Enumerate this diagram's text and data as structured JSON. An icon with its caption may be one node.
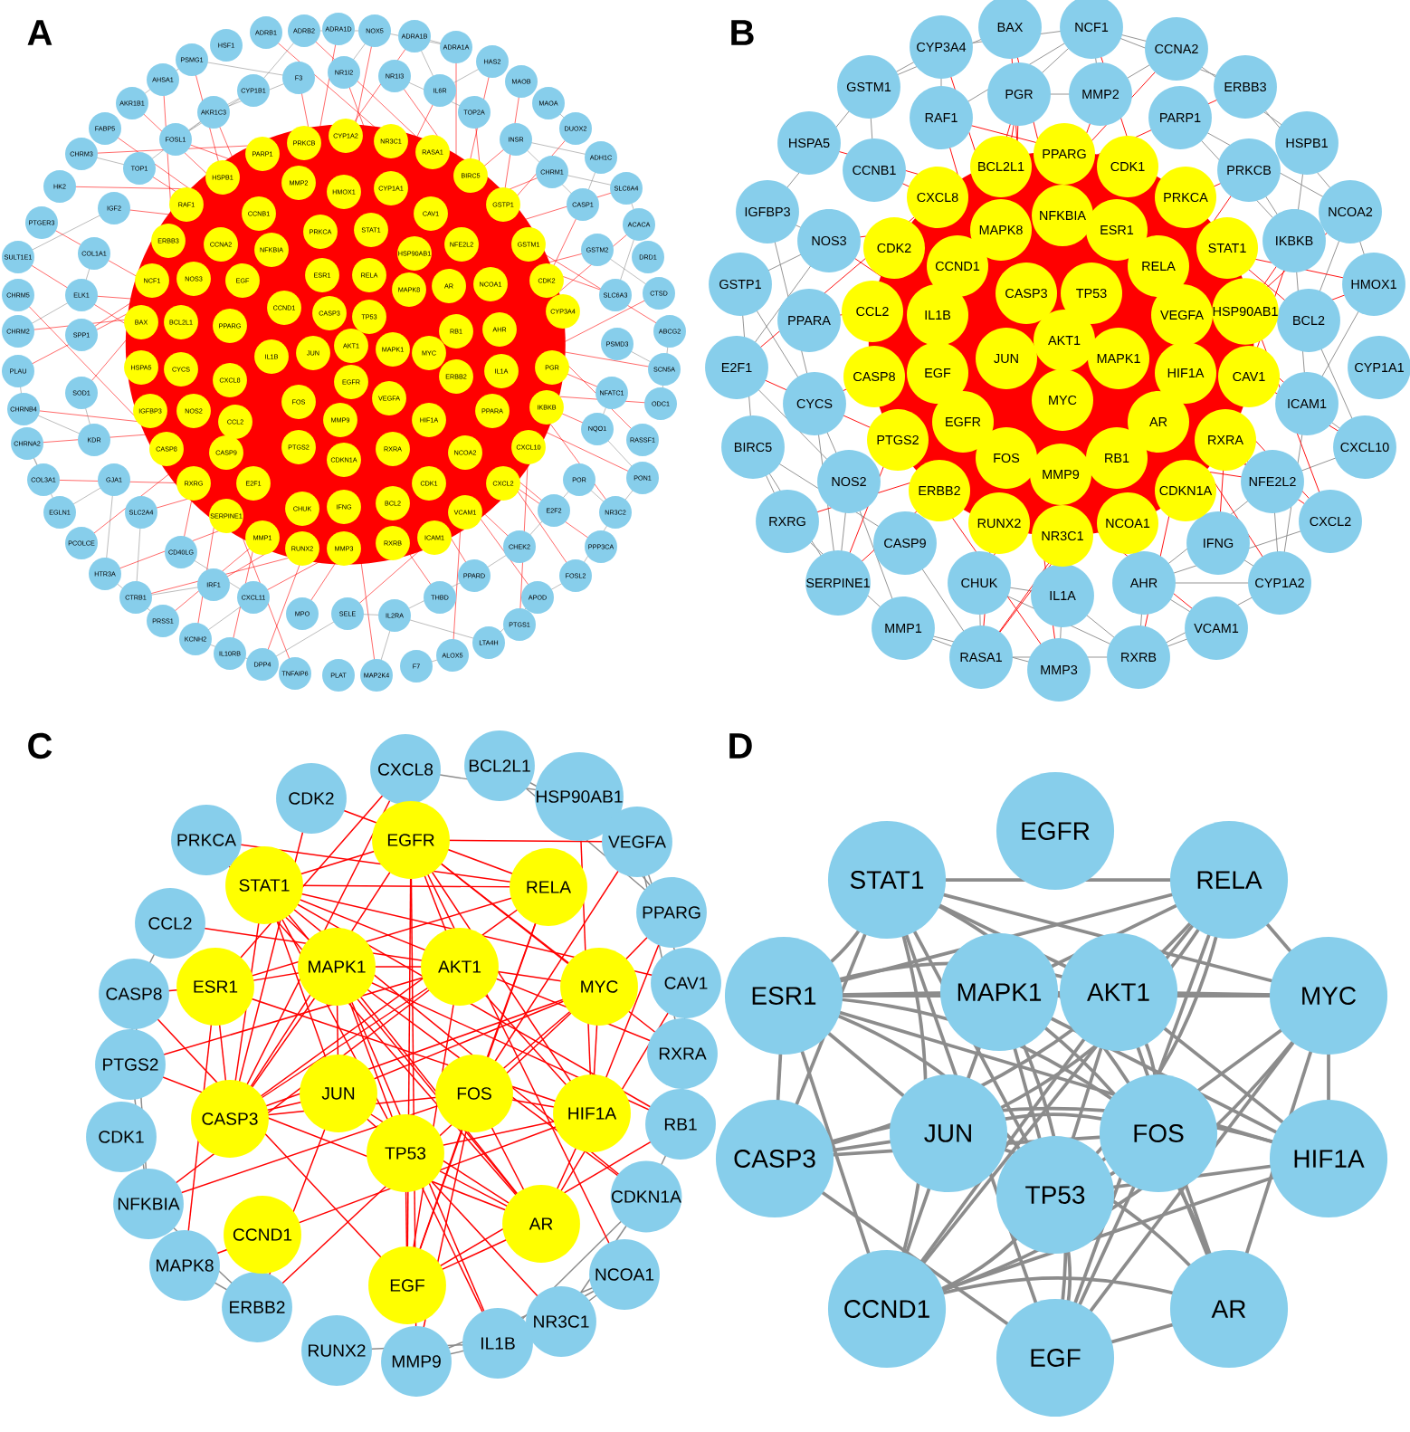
{
  "diagram": {
    "nodes": [
      {
        "text": [
          "PSMG1"
        ]
      },
      {
        "text": [
          "HSF1"
        ]
      },
      {
        "text": [
          "ADRB1"
        ]
      },
      {
        "text": [
          "ADRB2"
        ]
      },
      {
        "text": [
          "ADRA1D"
        ]
      },
      {
        "text": [
          "NOX5"
        ]
      },
      {
        "text": [
          "ADRA1B"
        ]
      },
      {
        "text": [
          "ADRA1A"
        ]
      },
      {
        "text": [
          "HAS2"
        ]
      },
      {
        "text": [
          "MAOB"
        ]
      },
      {
        "text": [
          "MAOA"
        ]
      },
      {
        "text": [
          "DUOX2"
        ]
      },
      {
        "text": [
          "ADH1C"
        ]
      },
      {
        "text": [
          "SLC6A4"
        ]
      },
      {
        "text": [
          "ACACA"
        ]
      },
      {
        "text": [
          "DRD1"
        ]
      },
      {
        "text": [
          "CTSD"
        ]
      },
      {
        "text": [
          "ABCG2"
        ]
      },
      {
        "text": [
          "SCN5A"
        ]
      },
      {
        "text": [
          "ODC1"
        ]
      },
      {
        "text": [
          "RASSF1"
        ]
      },
      {
        "text": [
          "PON1"
        ]
      },
      {
        "text": [
          "NR3C2"
        ]
      },
      {
        "text": [
          "PPP3CA"
        ]
      },
      {
        "text": [
          "FOSL2"
        ]
      },
      {
        "text": [
          "APOD"
        ]
      },
      {
        "text": [
          "PTGS1"
        ]
      },
      {
        "text": [
          "LTA4H"
        ]
      },
      {
        "text": [
          "ALOX5"
        ]
      },
      {
        "text": [
          "F7"
        ]
      },
      {
        "text": [
          "MAP2K4"
        ]
      },
      {
        "text": [
          "PLAT"
        ]
      },
      {
        "text": [
          "TNFAIP6"
        ]
      },
      {
        "text": [
          "DPP4"
        ]
      },
      {
        "text": [
          "IL10RB"
        ]
      },
      {
        "text": [
          "KCNH2"
        ]
      },
      {
        "text": [
          "PRSS1"
        ]
      },
      {
        "text": [
          "CTRB1"
        ]
      },
      {
        "text": [
          "HTR3A"
        ]
      },
      {
        "text": [
          "PCOLCE"
        ]
      },
      {
        "text": [
          "EGLN1"
        ]
      },
      {
        "text": [
          "COL3A1"
        ]
      },
      {
        "text": [
          "CHRNA2"
        ]
      },
      {
        "text": [
          "CHRNB4"
        ]
      },
      {
        "text": [
          "PLAU"
        ]
      },
      {
        "text": [
          "CHRM2"
        ]
      },
      {
        "text": [
          "CHRM5"
        ]
      },
      {
        "text": [
          "SULT1E1"
        ]
      },
      {
        "text": [
          "PTGER3"
        ]
      },
      {
        "text": [
          "HK2"
        ]
      },
      {
        "text": [
          "CHRM3"
        ]
      },
      {
        "text": [
          "FABP5"
        ]
      },
      {
        "text": [
          "AKR1B1"
        ]
      },
      {
        "text": [
          "AHSA1"
        ]
      },
      {
        "text": [
          "AKR1C3"
        ]
      },
      {
        "text": [
          "CYP1B1"
        ]
      },
      {
        "text": [
          "F3"
        ]
      },
      {
        "text": [
          "NR1I2"
        ]
      },
      {
        "text": [
          "NR1I3"
        ]
      },
      {
        "text": [
          "IL6R"
        ]
      },
      {
        "text": [
          "TOP2A"
        ]
      },
      {
        "text": [
          "INSR"
        ]
      },
      {
        "text": [
          "CHRM1"
        ]
      },
      {
        "text": [
          "CASP1"
        ]
      },
      {
        "text": [
          "GSTM2"
        ]
      },
      {
        "text": [
          "SLC6A3"
        ]
      },
      {
        "text": [
          "PSMD3"
        ]
      },
      {
        "text": [
          "NFATC1"
        ]
      },
      {
        "text": [
          "NQO1"
        ]
      },
      {
        "text": [
          "POR"
        ]
      },
      {
        "text": [
          "E2F2"
        ]
      },
      {
        "text": [
          "CHEK2"
        ]
      },
      {
        "text": [
          "PPARD"
        ]
      },
      {
        "text": [
          "THBD"
        ]
      },
      {
        "text": [
          "IL2RA"
        ]
      },
      {
        "text": [
          "SELE"
        ]
      },
      {
        "text": [
          "MPO"
        ]
      },
      {
        "text": [
          "CXCL11"
        ]
      },
      {
        "text": [
          "IRF1"
        ]
      },
      {
        "text": [
          "CD40LG"
        ]
      },
      {
        "text": [
          "SLC2A4"
        ]
      },
      {
        "text": [
          "GJA1"
        ]
      },
      {
        "text": [
          "KDR"
        ]
      },
      {
        "text": [
          "SOD1"
        ]
      },
      {
        "text": [
          "SPP1"
        ]
      },
      {
        "text": [
          "ELK1"
        ]
      },
      {
        "text": [
          "COL1A1"
        ]
      },
      {
        "text": [
          "IGF2"
        ]
      },
      {
        "text": [
          "TOP1"
        ]
      },
      {
        "text": [
          "FOSL1"
        ]
      },
      {
        "text": [
          "PARP1"
        ]
      },
      {
        "text": [
          "PRKCB"
        ]
      },
      {
        "text": [
          "CYP1A2"
        ]
      },
      {
        "text": [
          "NR3C1"
        ]
      },
      {
        "text": [
          "RASA1"
        ]
      },
      {
        "text": [
          "BIRC5"
        ]
      },
      {
        "text": [
          "GSTP1"
        ]
      },
      {
        "text": [
          "HSPB1"
        ]
      },
      {
        "text": [
          "MMP2"
        ]
      },
      {
        "text": [
          "HMOX1"
        ]
      },
      {
        "text": [
          "CYP1A1"
        ]
      },
      {
        "text": [
          "CAV1"
        ]
      },
      {
        "text": [
          "RAF1"
        ]
      },
      {
        "text": [
          "CCNB1"
        ]
      },
      {
        "text": [
          "PRKCA"
        ]
      },
      {
        "text": [
          "STAT1"
        ]
      },
      {
        "text": [
          "NFE2L2"
        ]
      },
      {
        "text": [
          "GSTM1"
        ]
      },
      {
        "text": [
          "ERBB3"
        ]
      },
      {
        "text": [
          "CCNA2"
        ]
      },
      {
        "text": [
          "NFKBIA"
        ]
      },
      {
        "text": [
          "HSP90AB1"
        ]
      },
      {
        "text": [
          "NCF1"
        ]
      },
      {
        "text": [
          "NOS3"
        ]
      },
      {
        "text": [
          "EGF"
        ]
      },
      {
        "text": [
          "ESR1"
        ]
      },
      {
        "text": [
          "RELA"
        ]
      },
      {
        "text": [
          "MAPK8"
        ]
      },
      {
        "text": [
          "AR"
        ]
      },
      {
        "text": [
          "NCOA1"
        ]
      },
      {
        "text": [
          "CDK2"
        ]
      },
      {
        "text": [
          "BAX"
        ]
      },
      {
        "text": [
          "BCL2L1"
        ]
      },
      {
        "text": [
          "PPARG"
        ]
      },
      {
        "text": [
          "CCND1"
        ]
      },
      {
        "text": [
          "CASP3"
        ]
      },
      {
        "text": [
          "TP53"
        ]
      },
      {
        "text": [
          "RB1"
        ]
      },
      {
        "text": [
          "AHR"
        ]
      },
      {
        "text": [
          "CYP3A4"
        ]
      },
      {
        "text": [
          "IL1B"
        ]
      },
      {
        "text": [
          "JUN"
        ]
      },
      {
        "text": [
          "AKT1"
        ]
      },
      {
        "text": [
          "MAPK1"
        ]
      },
      {
        "text": [
          "MYC"
        ]
      },
      {
        "text": [
          "HSPA5"
        ]
      },
      {
        "text": [
          "CYCS"
        ]
      },
      {
        "text": [
          "CXCL8"
        ]
      },
      {
        "text": [
          "EGFR"
        ]
      },
      {
        "text": [
          "VEGFA"
        ]
      },
      {
        "text": [
          "ERBB2"
        ]
      },
      {
        "text": [
          "IL1A"
        ]
      },
      {
        "text": [
          "PGR"
        ]
      },
      {
        "text": [
          "FOS"
        ]
      },
      {
        "text": [
          "IGFBP3"
        ]
      },
      {
        "text": [
          "NOS2"
        ]
      },
      {
        "text": [
          "CCL2"
        ]
      },
      {
        "text": [
          "MMP9"
        ]
      },
      {
        "text": [
          "HIF1A"
        ]
      },
      {
        "text": [
          "PPARA"
        ]
      },
      {
        "text": [
          "IKBKB"
        ]
      },
      {
        "text": [
          "CASP8"
        ]
      },
      {
        "text": [
          "CASP9"
        ]
      },
      {
        "text": [
          "PTGS2"
        ]
      },
      {
        "text": [
          "CDKN1A"
        ]
      },
      {
        "text": [
          "RXRA"
        ]
      },
      {
        "text": [
          "NCOA2"
        ]
      },
      {
        "text": [
          "CXCL10"
        ]
      },
      {
        "text": [
          "RXRG"
        ]
      },
      {
        "text": [
          "E2F1"
        ]
      },
      {
        "text": [
          "CDK1"
        ]
      },
      {
        "text": [
          "CXCL2"
        ]
      },
      {
        "text": [
          "CHUK"
        ]
      },
      {
        "text": [
          "IFNG"
        ]
      },
      {
        "text": [
          "BCL2"
        ]
      },
      {
        "text": [
          "VCAM1"
        ]
      },
      {
        "text": [
          "SERPINE1"
        ]
      },
      {
        "text": [
          "MMP1"
        ]
      },
      {
        "text": [
          "RUNX2"
        ]
      },
      {
        "text": [
          "MMP3"
        ]
      },
      {
        "text": [
          "RXRB"
        ]
      },
      {
        "text": [
          "ICAM1"
        ]
      },
      {
        "text": [
          "BAX"
        ]
      },
      {
        "text": [
          "NCF1"
        ]
      },
      {
        "text": [
          "CYP3A4"
        ]
      },
      {
        "text": [
          "CCNA2"
        ]
      },
      {
        "text": [
          "GSTM1"
        ]
      },
      {
        "text": [
          "PGR"
        ]
      },
      {
        "text": [
          "MMP2"
        ]
      },
      {
        "text": [
          "ERBB3"
        ]
      },
      {
        "text": [
          "RAF1"
        ]
      },
      {
        "text": [
          "PARP1"
        ]
      },
      {
        "text": [
          "HSPA5"
        ]
      },
      {
        "text": [
          "HSPB1"
        ]
      },
      {
        "text": [
          "CCNB1"
        ]
      },
      {
        "text": [
          "PRKCB"
        ]
      },
      {
        "text": [
          "IGFBP3"
        ]
      },
      {
        "text": [
          "NCOA2"
        ]
      },
      {
        "text": [
          "NOS3"
        ]
      },
      {
        "text": [
          "IKBKB"
        ]
      },
      {
        "text": [
          "GSTP1"
        ]
      },
      {
        "text": [
          "HMOX1"
        ]
      },
      {
        "text": [
          "PPARA"
        ]
      },
      {
        "text": [
          "BCL2"
        ]
      },
      {
        "text": [
          "E2F1"
        ]
      },
      {
        "text": [
          "CYP1A1"
        ]
      },
      {
        "text": [
          "CYCS"
        ]
      },
      {
        "text": [
          "ICAM1"
        ]
      },
      {
        "text": [
          "BIRC5"
        ]
      },
      {
        "text": [
          "CXCL10"
        ]
      },
      {
        "text": [
          "NOS2"
        ]
      },
      {
        "text": [
          "NFE2L2"
        ]
      },
      {
        "text": [
          "RXRG"
        ]
      },
      {
        "text": [
          "CXCL2"
        ]
      },
      {
        "text": [
          "CASP9"
        ]
      },
      {
        "text": [
          "IFNG"
        ]
      },
      {
        "text": [
          "SERPINE1"
        ]
      },
      {
        "text": [
          "CHUK"
        ]
      },
      {
        "text": [
          "IL1A"
        ]
      },
      {
        "text": [
          "AHR"
        ]
      },
      {
        "text": [
          "CYP1A2"
        ]
      },
      {
        "text": [
          "MMP1"
        ]
      },
      {
        "text": [
          "VCAM1"
        ]
      },
      {
        "text": [
          "RASA1"
        ]
      },
      {
        "text": [
          "RXRB"
        ]
      },
      {
        "text": [
          "MMP3"
        ]
      },
      {
        "text": [
          "BCL2L1"
        ]
      },
      {
        "text": [
          "PPARG"
        ]
      },
      {
        "text": [
          "CDK1"
        ]
      },
      {
        "text": [
          "CXCL8"
        ]
      },
      {
        "text": [
          "PRKCA"
        ]
      },
      {
        "text": [
          "MAPK8"
        ]
      },
      {
        "text": [
          "NFKBIA"
        ]
      },
      {
        "text": [
          "ESR1"
        ]
      },
      {
        "text": [
          "CDK2"
        ]
      },
      {
        "text": [
          "STAT1"
        ]
      },
      {
        "text": [
          "CCND1"
        ]
      },
      {
        "text": [
          "RELA"
        ]
      },
      {
        "text": [
          "CASP3"
        ]
      },
      {
        "text": [
          "TP53"
        ]
      },
      {
        "text": [
          "CCL2"
        ]
      },
      {
        "text": [
          "IL1B"
        ]
      },
      {
        "text": [
          "VEGFA"
        ]
      },
      {
        "text": [
          "HSP90AB1"
        ]
      },
      {
        "text": [
          "AKT1"
        ]
      },
      {
        "text": [
          "JUN"
        ]
      },
      {
        "text": [
          "MAPK1"
        ]
      },
      {
        "text": [
          "CASP8"
        ]
      },
      {
        "text": [
          "EGF"
        ]
      },
      {
        "text": [
          "HIF1A"
        ]
      },
      {
        "text": [
          "CAV1"
        ]
      },
      {
        "text": [
          "MYC"
        ]
      },
      {
        "text": [
          "EGFR"
        ]
      },
      {
        "text": [
          "AR"
        ]
      },
      {
        "text": [
          "PTGS2"
        ]
      },
      {
        "text": [
          "RXRA"
        ]
      },
      {
        "text": [
          "FOS"
        ]
      },
      {
        "text": [
          "MMP9"
        ]
      },
      {
        "text": [
          "RB1"
        ]
      },
      {
        "text": [
          "ERBB2"
        ]
      },
      {
        "text": [
          "CDKN1A"
        ]
      },
      {
        "text": [
          "RUNX2"
        ]
      },
      {
        "text": [
          "NR3C1"
        ]
      },
      {
        "text": [
          "NCOA1"
        ]
      },
      {
        "text": [
          "CDK2"
        ]
      },
      {
        "text": [
          "CXCL8"
        ]
      },
      {
        "text": [
          "BCL2L1"
        ]
      },
      {
        "text": [
          "HSP90AB1"
        ]
      },
      {
        "text": [
          "VEGFA"
        ]
      },
      {
        "text": [
          "PRKCA"
        ]
      },
      {
        "text": [
          "PPARG"
        ]
      },
      {
        "text": [
          "CCL2"
        ]
      },
      {
        "text": [
          "CAV1"
        ]
      },
      {
        "text": [
          "CASP8"
        ]
      },
      {
        "text": [
          "RXRA"
        ]
      },
      {
        "text": [
          "PTGS2"
        ]
      },
      {
        "text": [
          "RB1"
        ]
      },
      {
        "text": [
          "CDK1"
        ]
      },
      {
        "text": [
          "CDKN1A"
        ]
      },
      {
        "text": [
          "NFKBIA"
        ]
      },
      {
        "text": [
          "NCOA1"
        ]
      },
      {
        "text": [
          "MAPK8"
        ]
      },
      {
        "text": [
          "NR3C1"
        ]
      },
      {
        "text": [
          "ERBB2"
        ]
      },
      {
        "text": [
          "RUNX2"
        ]
      },
      {
        "text": [
          "IL1B"
        ]
      },
      {
        "text": [
          "MMP9"
        ]
      },
      {
        "text": [
          "EGFR"
        ]
      },
      {
        "text": [
          "STAT1"
        ]
      },
      {
        "text": [
          "RELA"
        ]
      },
      {
        "text": [
          "ESR1"
        ]
      },
      {
        "text": [
          "MAPK1"
        ]
      },
      {
        "text": [
          "AKT1"
        ]
      },
      {
        "text": [
          "MYC"
        ]
      },
      {
        "text": [
          "JUN"
        ]
      },
      {
        "text": [
          "FOS"
        ]
      },
      {
        "text": [
          "CASP3"
        ]
      },
      {
        "text": [
          "HIF1A"
        ]
      },
      {
        "text": [
          "TP53"
        ]
      },
      {
        "text": [
          "CCND1"
        ]
      },
      {
        "text": [
          "AR"
        ]
      },
      {
        "text": [
          "EGF"
        ]
      },
      {
        "text": [
          "EGFR"
        ]
      },
      {
        "text": [
          "STAT1"
        ]
      },
      {
        "text": [
          "RELA"
        ]
      },
      {
        "text": [
          "ESR1"
        ]
      },
      {
        "text": [
          "MAPK1"
        ]
      },
      {
        "text": [
          "AKT1"
        ]
      },
      {
        "text": [
          "MYC"
        ]
      },
      {
        "text": [
          "JUN"
        ]
      },
      {
        "text": [
          "FOS"
        ]
      },
      {
        "text": [
          "CASP3"
        ]
      },
      {
        "text": [
          "HIF1A"
        ]
      },
      {
        "text": [
          "TP53"
        ]
      },
      {
        "text": [
          "CCND1"
        ]
      },
      {
        "text": [
          "AR"
        ]
      },
      {
        "text": [
          "EGF"
        ]
      }
    ],
    "labels": [
      "A",
      "B",
      "C",
      "D"
    ]
  }
}
